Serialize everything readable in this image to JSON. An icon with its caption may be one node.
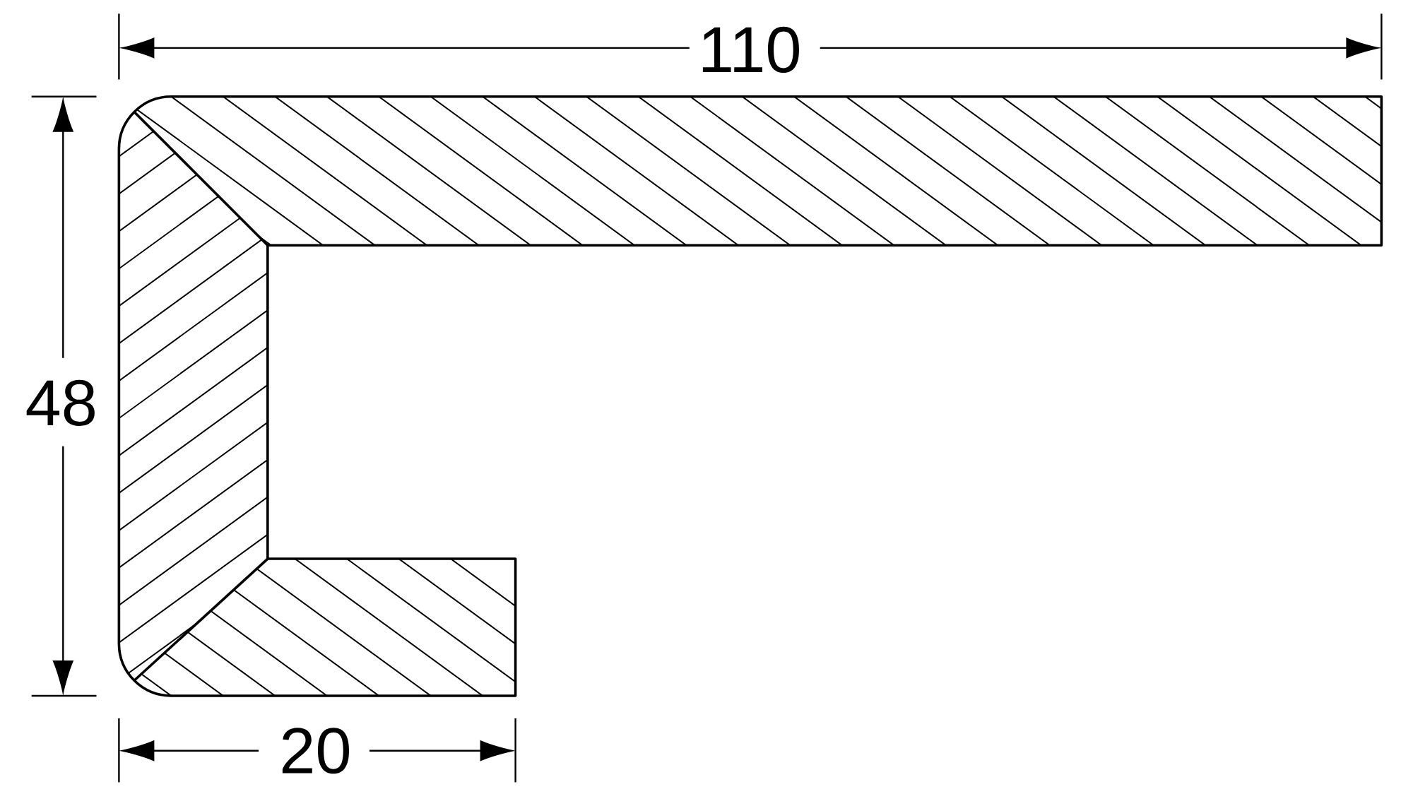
{
  "diagram": {
    "labels": [
      "110",
      "48",
      "20"
    ]
  }
}
